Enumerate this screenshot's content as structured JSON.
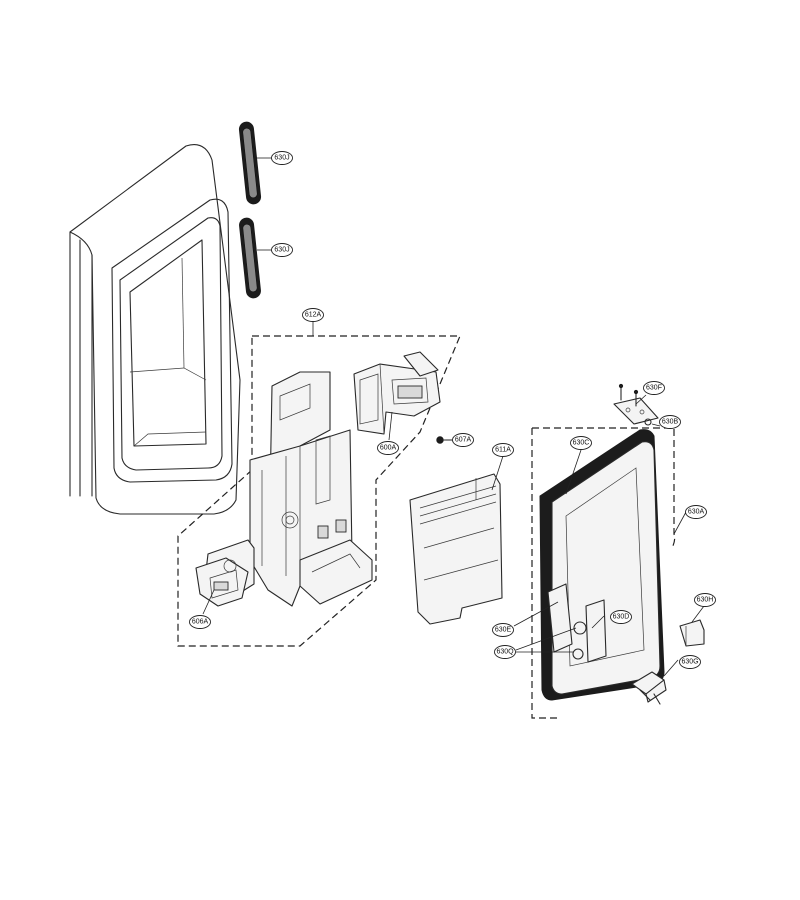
{
  "callouts": [
    {
      "id": "630J_top",
      "label": "630J"
    },
    {
      "id": "630J_mid",
      "label": "630J"
    },
    {
      "id": "612A",
      "label": "612A"
    },
    {
      "id": "600A",
      "label": "600A"
    },
    {
      "id": "607A",
      "label": "607A"
    },
    {
      "id": "611A",
      "label": "611A"
    },
    {
      "id": "606A",
      "label": "606A"
    },
    {
      "id": "630F",
      "label": "630F"
    },
    {
      "id": "630B",
      "label": "630B"
    },
    {
      "id": "630C",
      "label": "630C"
    },
    {
      "id": "630A",
      "label": "630A"
    },
    {
      "id": "630H",
      "label": "630H"
    },
    {
      "id": "630D",
      "label": "630D"
    },
    {
      "id": "630E",
      "label": "630E"
    },
    {
      "id": "630Q",
      "label": "630Q"
    },
    {
      "id": "630G",
      "label": "630G"
    }
  ]
}
